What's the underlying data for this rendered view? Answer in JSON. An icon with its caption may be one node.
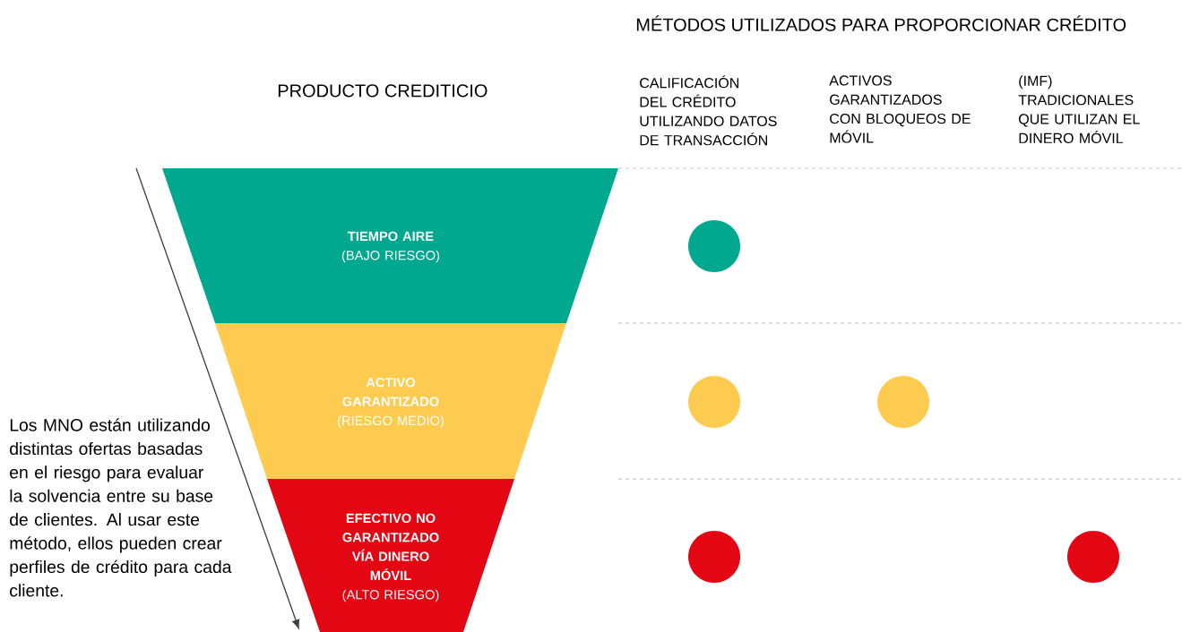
{
  "diagram": {
    "title": "MÉTODOS UTILIZADOS PARA PROPORCIONAR CRÉDITO",
    "nodes": [
      {
        "text": [
          "TIEMPO AIRE",
          "(BAJO RIESGO)"
        ]
      },
      {
        "text": [
          "ACTIVO GARANTIZADO",
          "(RIESGO MEDIO)"
        ]
      },
      {
        "text": [
          "EFECTIVO NO GARANTIZADO VÍA DINERO MÓVIL",
          "(ALTO RIESGO)"
        ]
      },
      {
        "text": [],
        "shape": "circle"
      },
      {
        "text": [],
        "shape": "circle"
      },
      {
        "text": [],
        "shape": "circle"
      },
      {
        "text": [],
        "shape": "circle"
      },
      {
        "text": [],
        "shape": "circle"
      }
    ],
    "labels": [
      "PRODUCTO CREDITICIO",
      "CALIFICACIÓN DEL CRÉDITO UTILIZANDO DATOS DE TRANSACCIÓN",
      "ACTIVOS GARANTIZADOS CON BLOQUEOS DE MÓVIL",
      "(IMF) TRADICIONALES QUE UTILIZAN EL DINERO MÓVIL",
      "Los MNO están utilizando distintas ofertas basadas en el riesgo para evaluar la solvencia entre su base de clientes. Al usar este método, ellos pueden crear perfiles de crédito para cada cliente."
    ]
  }
}
